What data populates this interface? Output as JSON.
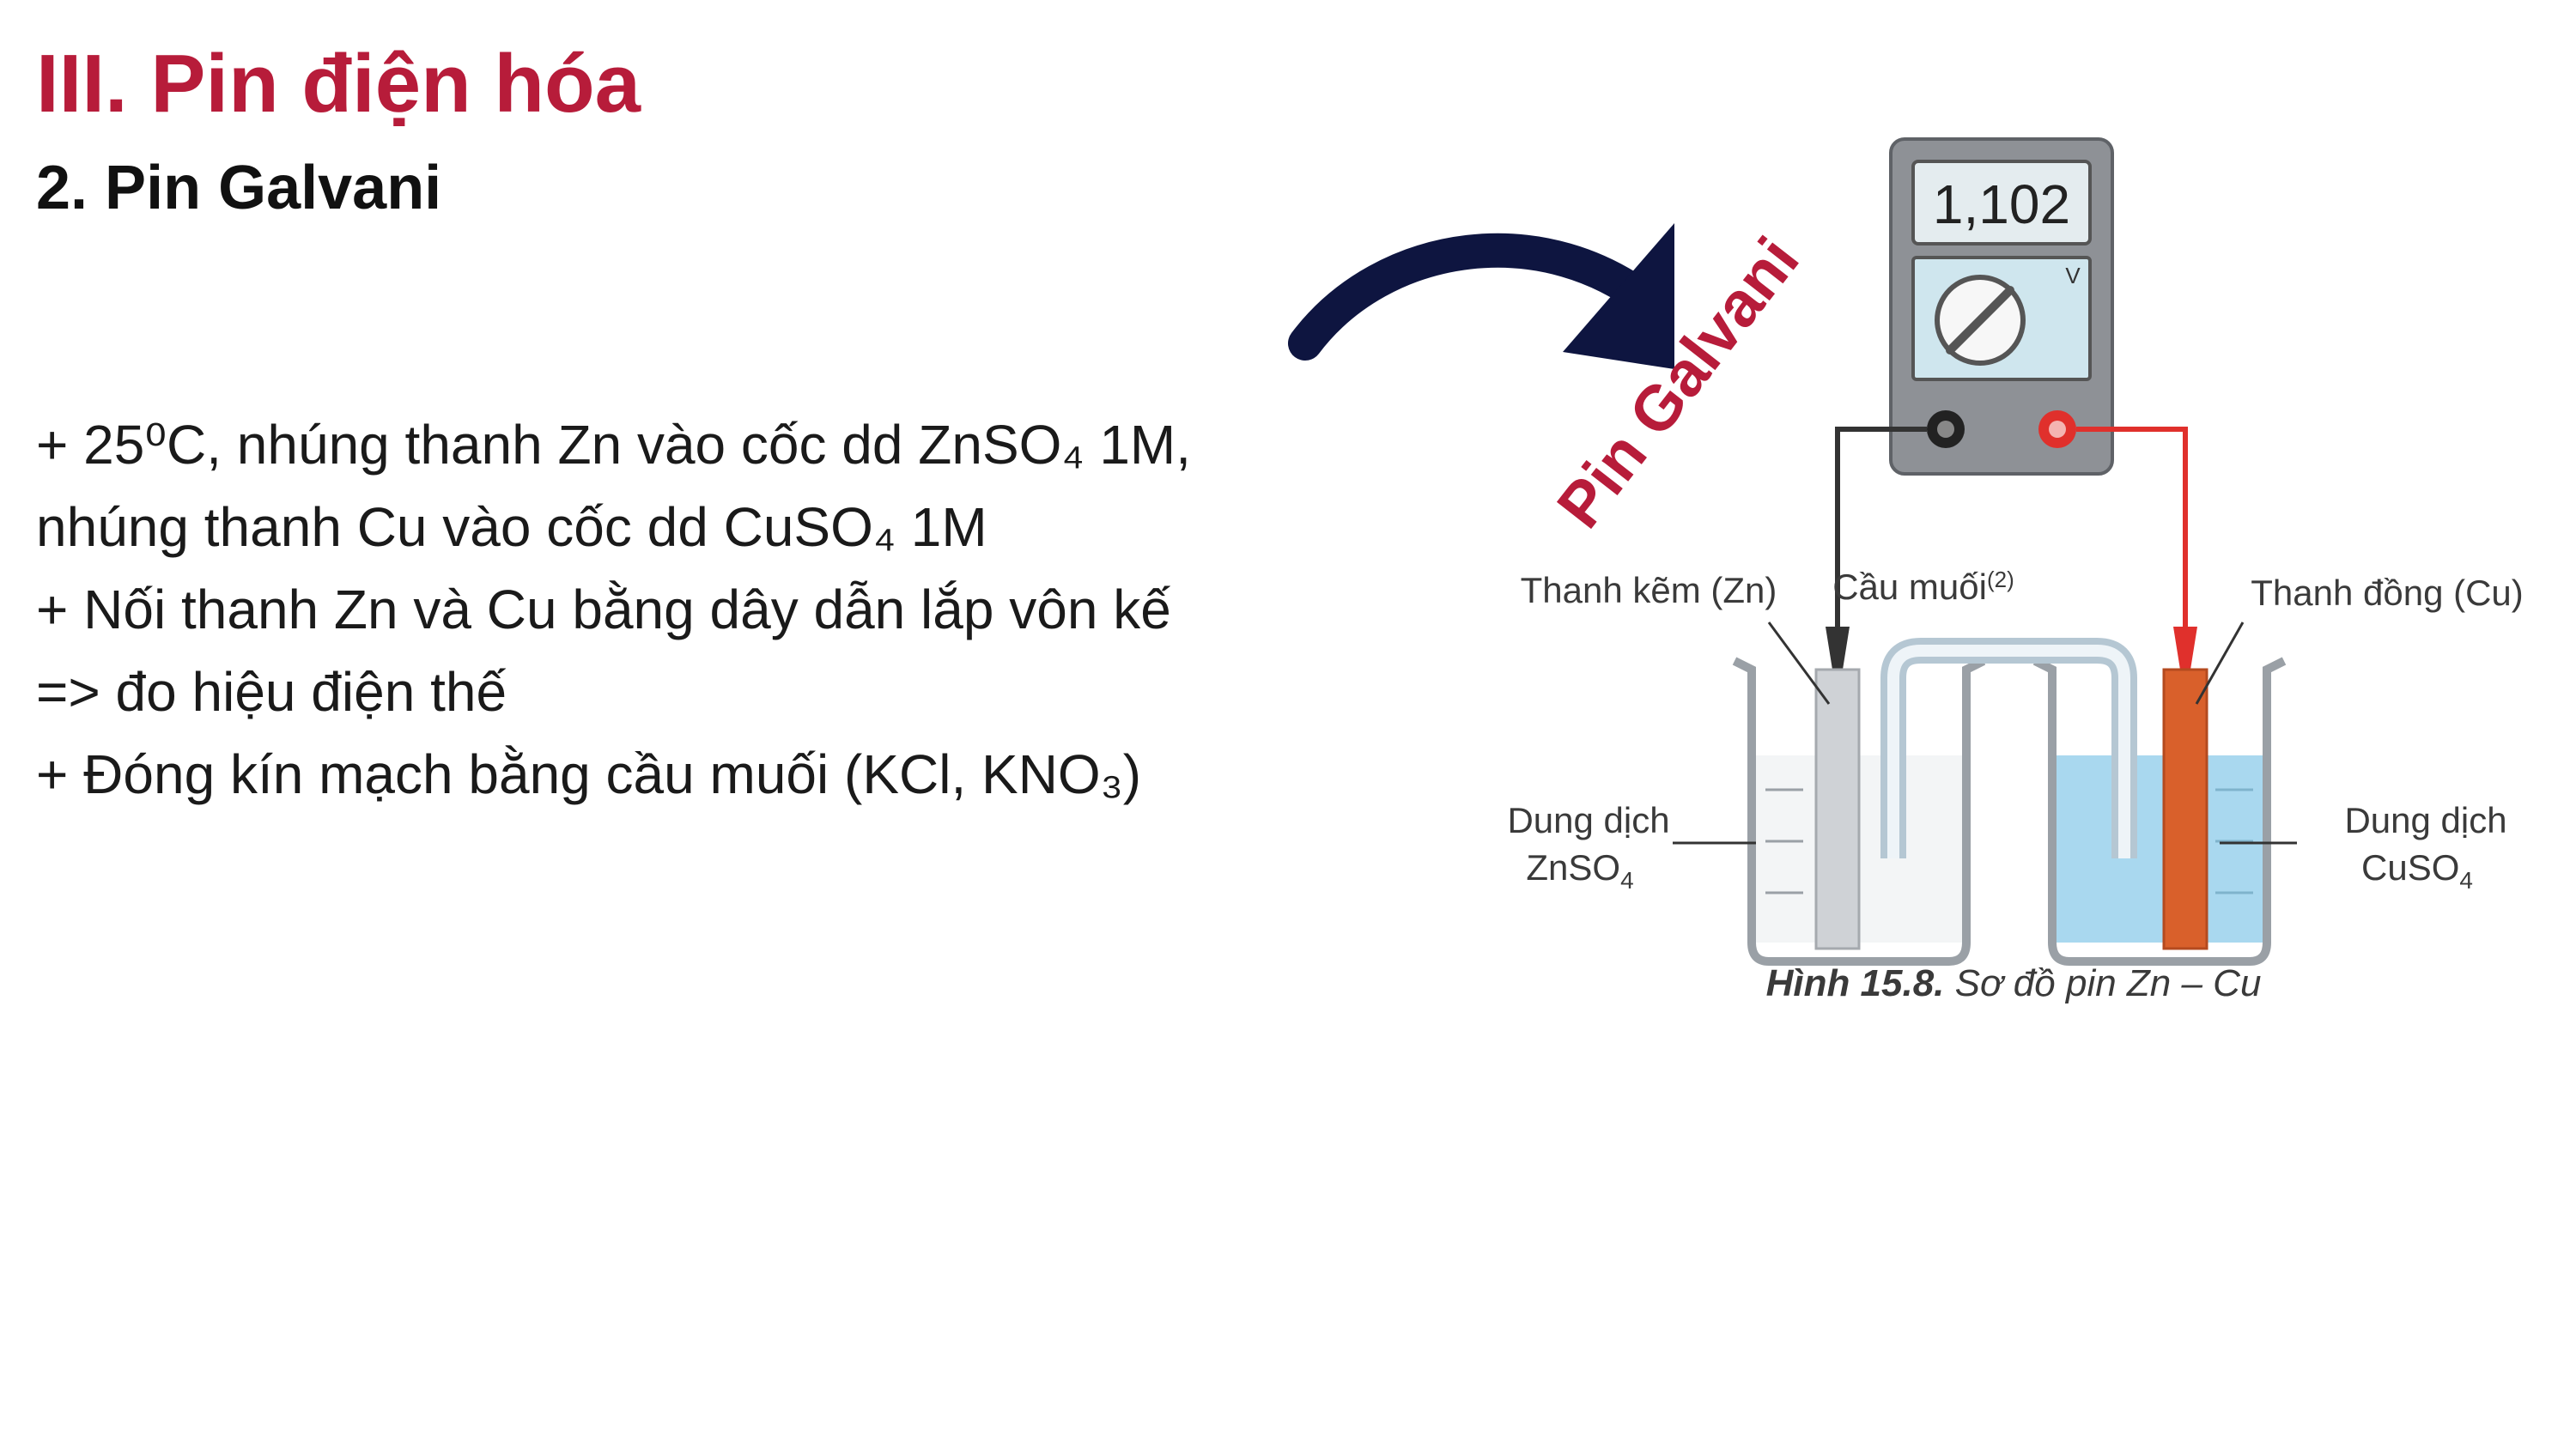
{
  "page": {
    "heading": "III. Pin điện hóa",
    "subheading": "2. Pin Galvani",
    "heading_color": "#b71c3a",
    "arrow_color": "#0e1540"
  },
  "bullets": [
    "+ 25⁰C, nhúng thanh Zn vào cốc dd ZnSO₄ 1M,",
    "nhúng thanh Cu vào cốc dd CuSO₄ 1M",
    "+ Nối thanh Zn và Cu bằng dây dẫn lắp vôn kế",
    "=> đo hiệu điện thế",
    "+ Đóng kín mạch bằng cầu muối (KCl, KNO₃)"
  ],
  "diagram": {
    "rotated_label": "Pin Galvani",
    "voltmeter_reading": "1,102",
    "voltmeter_unit": "V",
    "zinc_rod_label": "Thanh kẽm (Zn)",
    "salt_bridge_label": "Cầu muối",
    "salt_bridge_note": "(2)",
    "copper_rod_label": "Thanh đồng (Cu)",
    "left_solution_line1": "Dung dịch",
    "left_solution_formula": "ZnSO",
    "left_solution_sub": "4",
    "right_solution_line1": "Dung dịch",
    "right_solution_formula": "CuSO",
    "right_solution_sub": "4",
    "caption_bold": "Hình 15.8.",
    "caption_rest": " Sơ đồ pin Zn – Cu",
    "colors": {
      "solution_blue": "#a9d8ef",
      "copper": "#d9602b",
      "zinc": "#cfd2d6",
      "red_wire": "#e0302c",
      "black_wire": "#333333"
    }
  }
}
